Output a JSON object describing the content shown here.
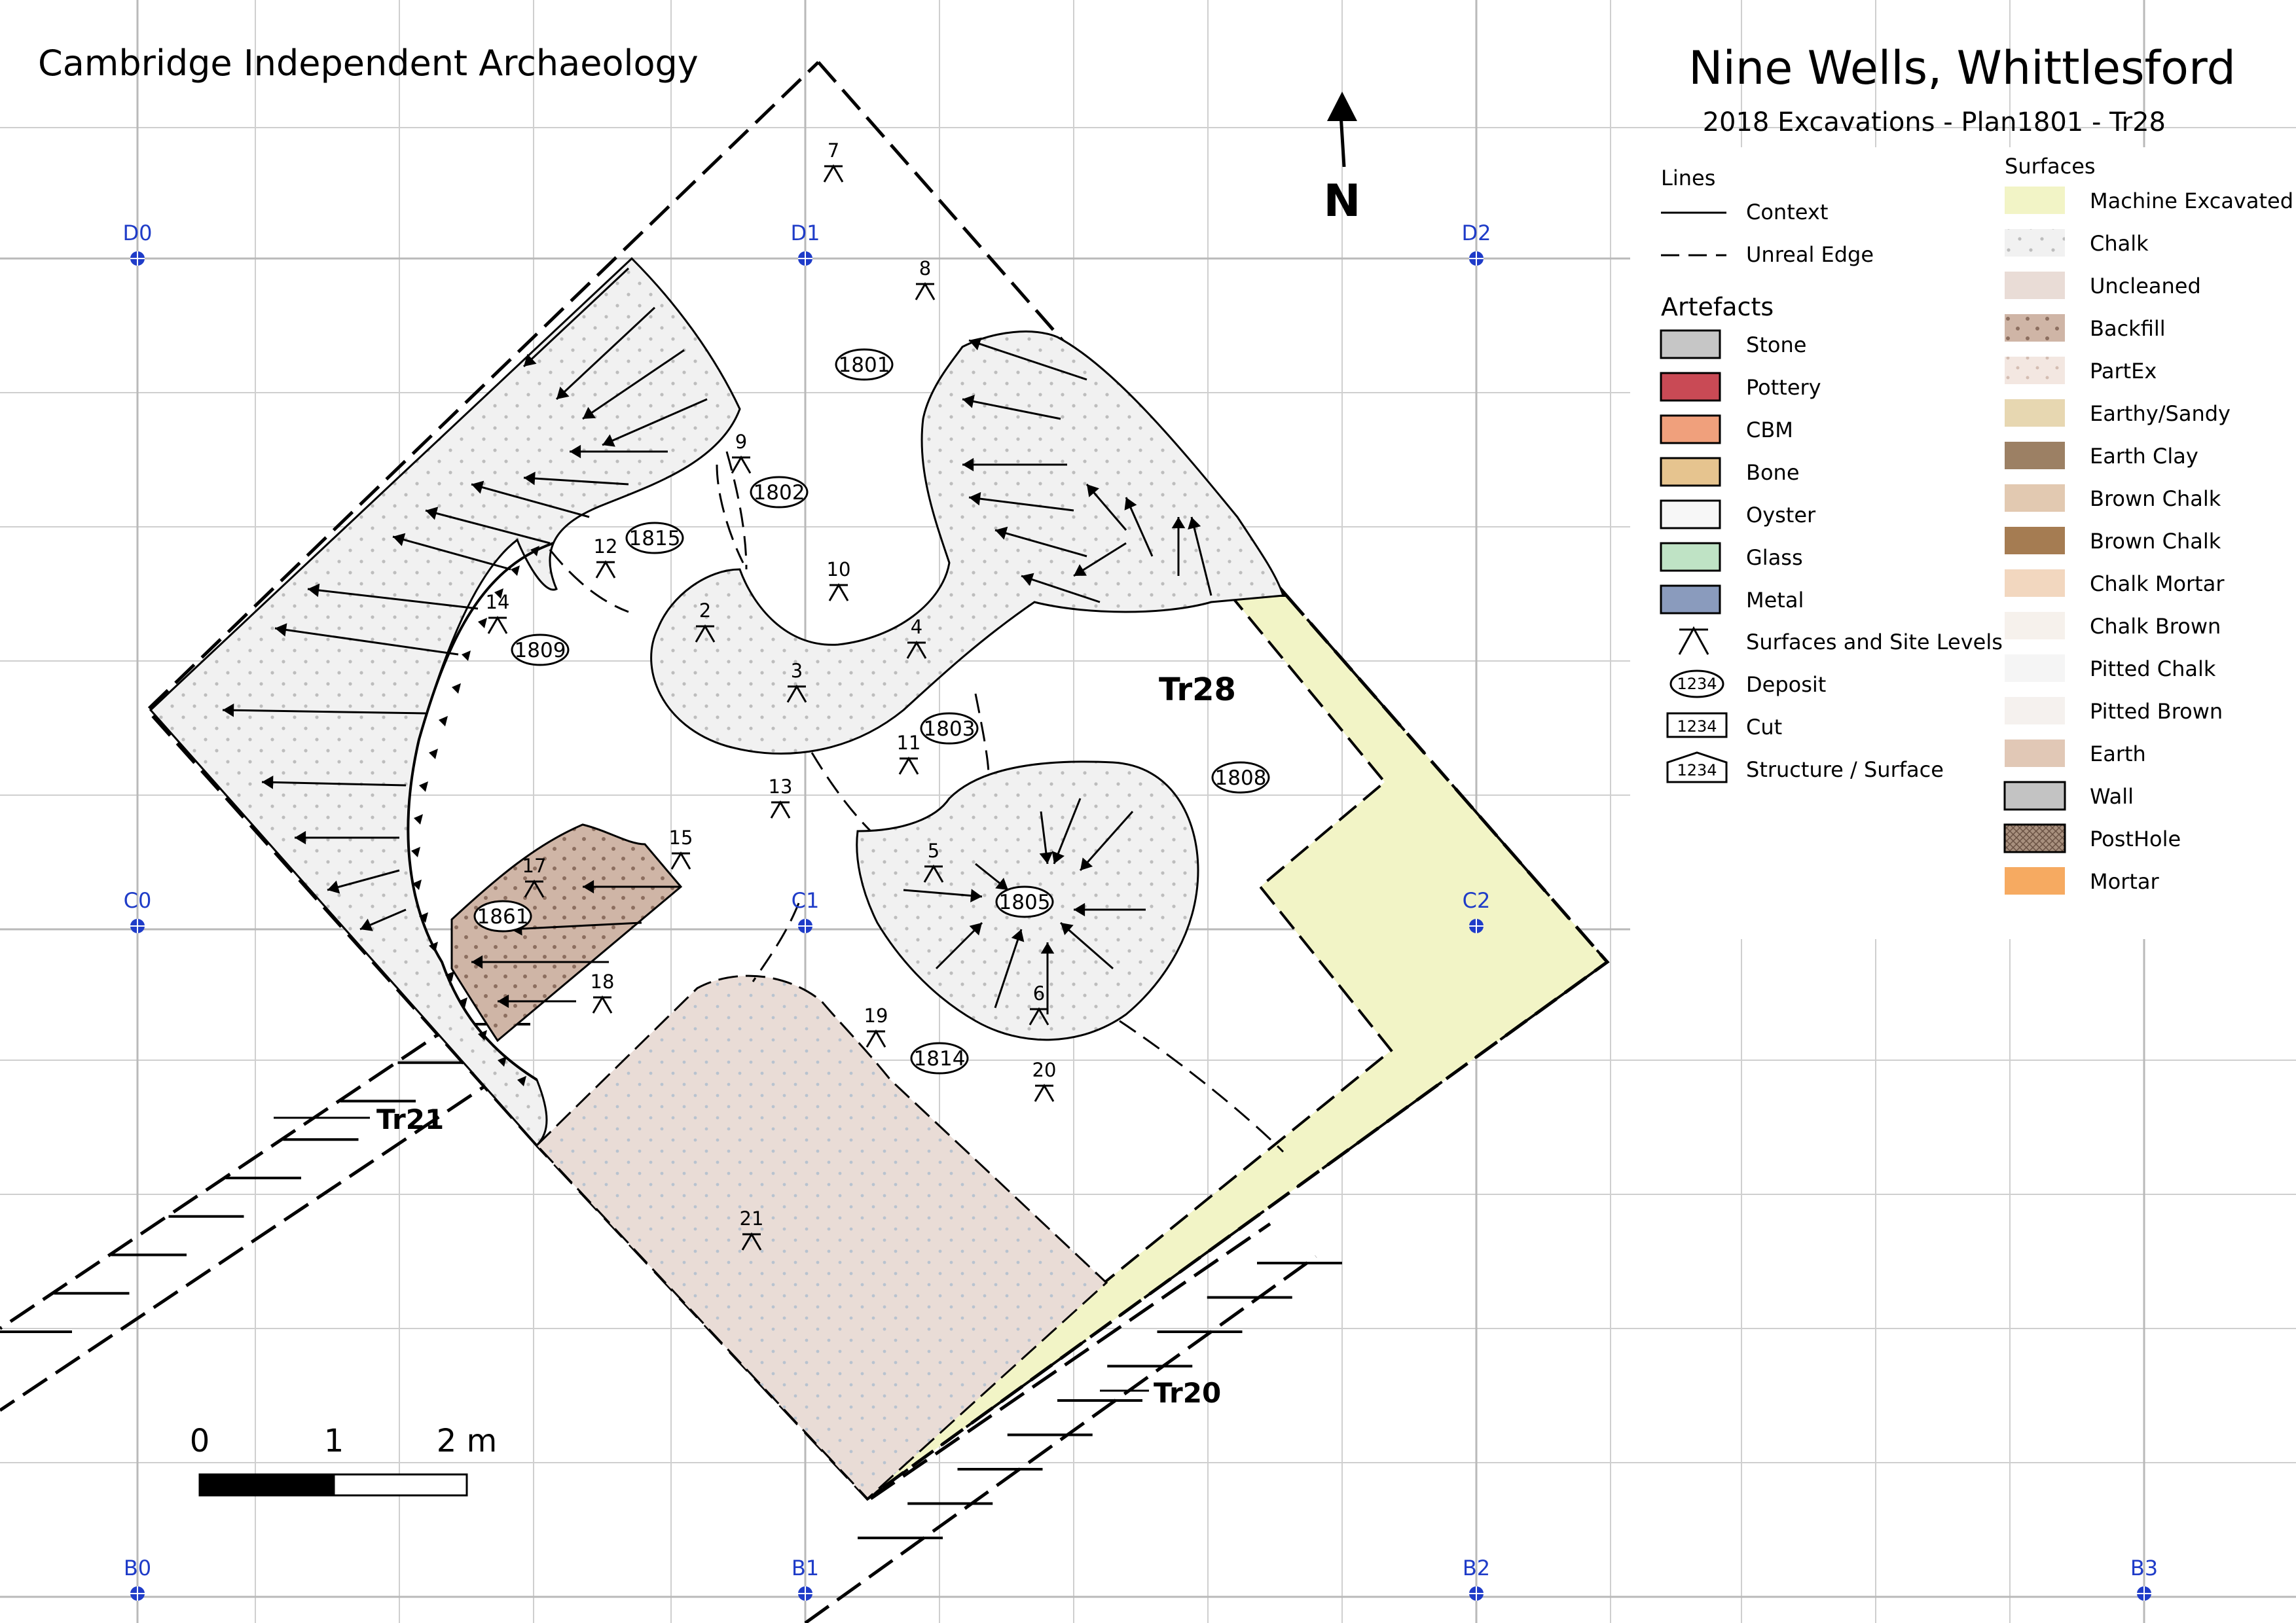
{
  "organisation": "Cambridge Independent Archaeology",
  "site_title": "Nine Wells, Whittlesford",
  "plan_title": "2018 Excavations - Plan1801 - Tr28",
  "north_label": "N",
  "grid_labels": [
    "D0",
    "D1",
    "D2",
    "C0",
    "C1",
    "C2",
    "B0",
    "B1",
    "B2",
    "B3"
  ],
  "trench_labels": [
    "Tr28",
    "Tr21",
    "Tr20"
  ],
  "deposits": [
    "1801",
    "1802",
    "1815",
    "1809",
    "1803",
    "1808",
    "1805",
    "1861",
    "1814"
  ],
  "levels": [
    "7",
    "8",
    "9",
    "12",
    "10",
    "2",
    "4",
    "14",
    "3",
    "11",
    "13",
    "15",
    "5",
    "17",
    "18",
    "19",
    "6",
    "20",
    "21"
  ],
  "scale_bar": {
    "labels": [
      "0",
      "1",
      "2 m"
    ]
  },
  "legend": {
    "lines_heading": "Lines",
    "lines": [
      "Context",
      "Unreal Edge"
    ],
    "artefacts_heading": "Artefacts",
    "artefacts": [
      {
        "label": "Stone",
        "color": "#c6c6c6"
      },
      {
        "label": "Pottery",
        "color": "#c94a55"
      },
      {
        "label": "CBM",
        "color": "#f0a07c"
      },
      {
        "label": "Bone",
        "color": "#e6c48f"
      },
      {
        "label": "Oyster",
        "color": "#f7f7f7"
      },
      {
        "label": "Glass",
        "color": "#bfe3c5"
      },
      {
        "label": "Metal",
        "color": "#8a9bbd"
      }
    ],
    "symbols": [
      {
        "label": "Surfaces and Site Levels"
      },
      {
        "label": "Deposit",
        "sample": "1234"
      },
      {
        "label": "Cut",
        "sample": "1234"
      },
      {
        "label": "Structure / Surface",
        "sample": "1234"
      }
    ],
    "surfaces_heading": "Surfaces",
    "surfaces": [
      {
        "label": "Machine Excavated",
        "color": "#f2f4c6"
      },
      {
        "label": "Chalk",
        "color": "#f1f1f1"
      },
      {
        "label": "Uncleaned",
        "color": "#e9dcd6"
      },
      {
        "label": "Backfill",
        "color": "#cfb5a6"
      },
      {
        "label": "PartEx",
        "color": "#f3e7e1"
      },
      {
        "label": "Earthy/Sandy",
        "color": "#e7d7b1"
      },
      {
        "label": "Earth Clay",
        "color": "#9c8064"
      },
      {
        "label": "Brown Chalk",
        "color": "#e2c9b1"
      },
      {
        "label": "Brown Chalk",
        "color": "#a57c52"
      },
      {
        "label": "Chalk Mortar",
        "color": "#f2d7bf"
      },
      {
        "label": "Chalk Brown",
        "color": "#f6f1ec"
      },
      {
        "label": "Pitted Chalk",
        "color": "#f5f5f5"
      },
      {
        "label": "Pitted Brown",
        "color": "#f5f1ee"
      },
      {
        "label": "Earth",
        "color": "#e1c8b6"
      },
      {
        "label": "Wall",
        "color": "#c3c3c3"
      },
      {
        "label": "PostHole",
        "color": "#a8907e"
      },
      {
        "label": "Mortar",
        "color": "#f6aa61"
      }
    ]
  }
}
